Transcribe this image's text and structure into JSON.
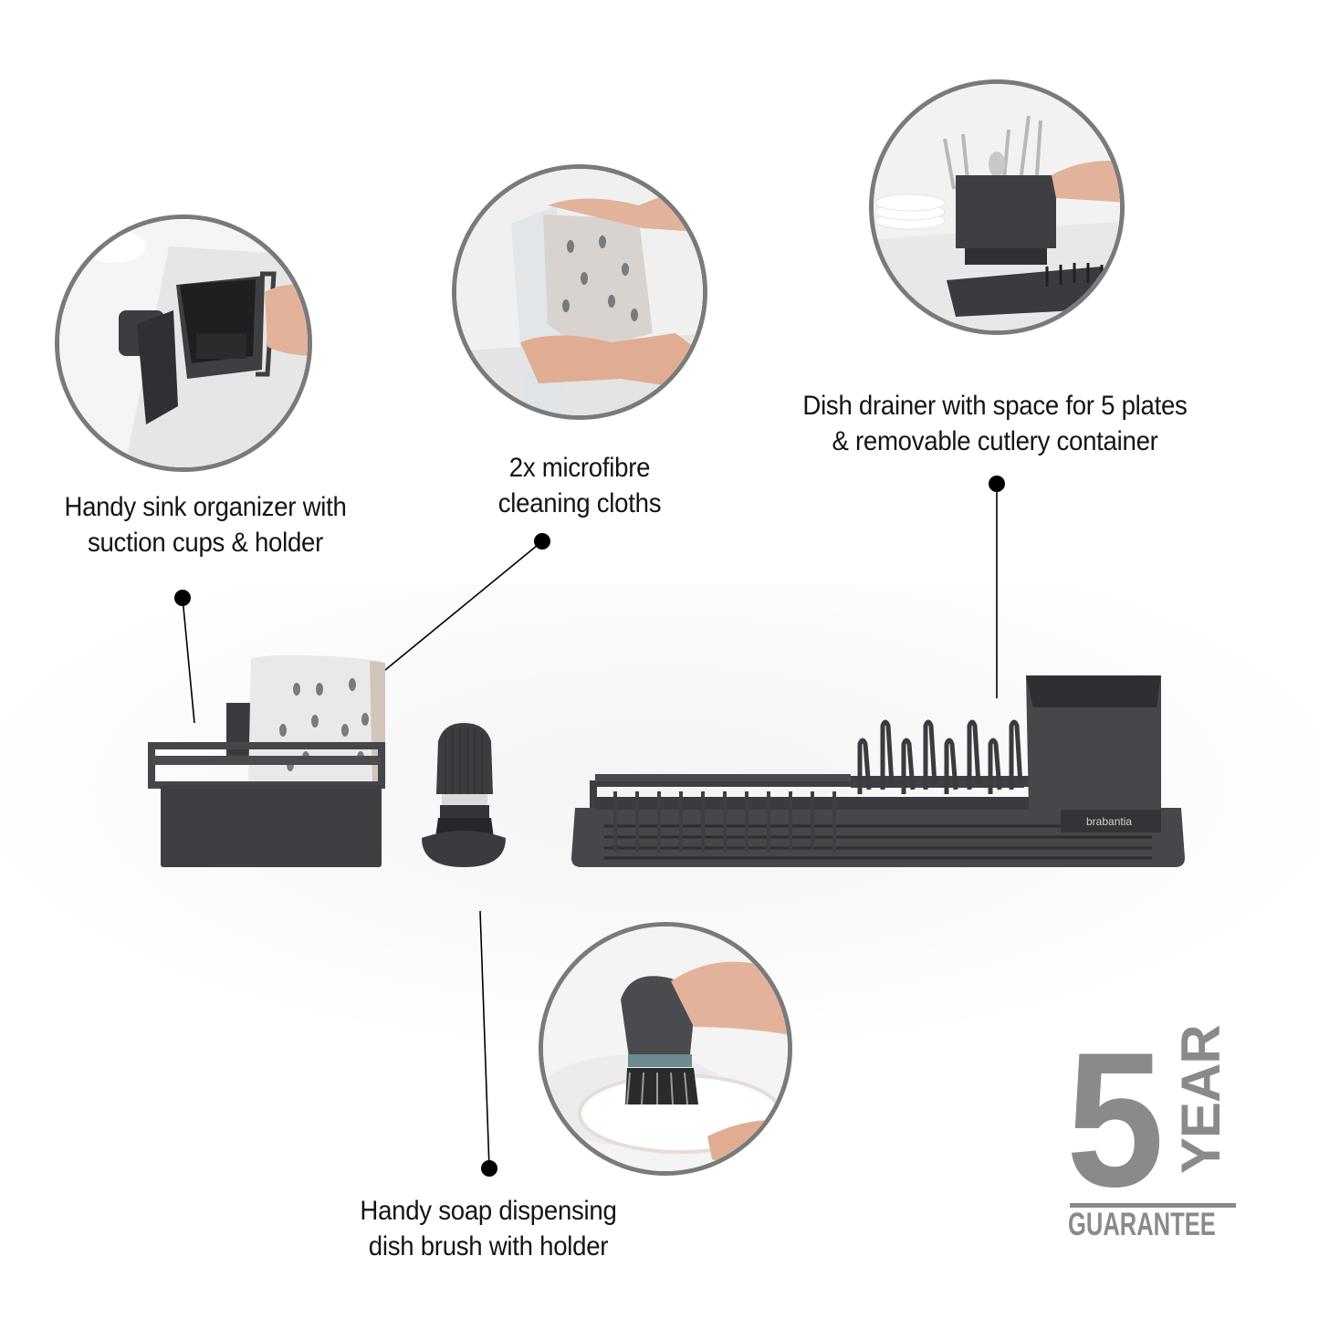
{
  "features": [
    {
      "id": "sink-organizer",
      "caption_line1": "Handy sink organizer with",
      "caption_line2": "suction cups & holder"
    },
    {
      "id": "microfibre-cloths",
      "caption_line1": "2x microfibre",
      "caption_line2": "cleaning cloths"
    },
    {
      "id": "dish-drainer",
      "caption_line1": "Dish drainer with space for 5 plates",
      "caption_line2": "& removable cutlery container"
    },
    {
      "id": "dish-brush",
      "caption_line1": "Handy soap dispensing",
      "caption_line2": "dish brush with holder"
    }
  ],
  "product": {
    "brand_label": "brabantia"
  },
  "guarantee": {
    "number": "5",
    "unit": "YEAR",
    "label": "GUARANTEE",
    "color": "#8a8a8a"
  },
  "colors": {
    "product_dark": "#3e3f42",
    "circle_border": "#7a7a7a",
    "callout_line": "#000000"
  }
}
